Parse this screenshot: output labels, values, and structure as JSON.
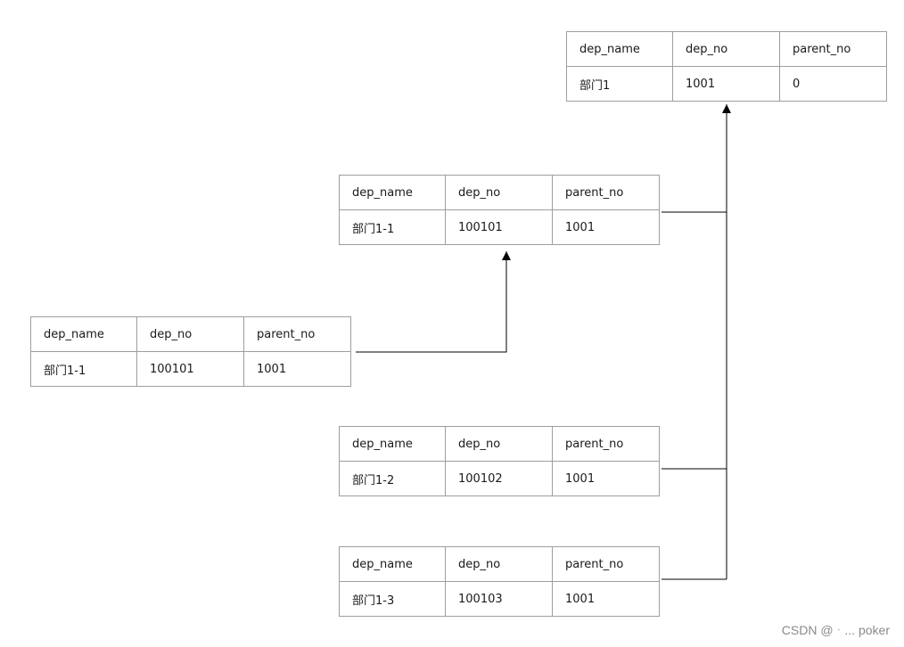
{
  "columns": [
    "dep_name",
    "dep_no",
    "parent_no"
  ],
  "tables": {
    "root": {
      "dep_name": "部门1",
      "dep_no": "1001",
      "parent_no": "0"
    },
    "d1_1": {
      "dep_name": "部门1-1",
      "dep_no": "100101",
      "parent_no": "1001"
    },
    "left": {
      "dep_name": "部门1-1",
      "dep_no": "100101",
      "parent_no": "1001"
    },
    "d1_2": {
      "dep_name": "部门1-2",
      "dep_no": "100102",
      "parent_no": "1001"
    },
    "d1_3": {
      "dep_name": "部门1-3",
      "dep_no": "100103",
      "parent_no": "1001"
    }
  },
  "watermark": "CSDN @ᆞ... poker"
}
